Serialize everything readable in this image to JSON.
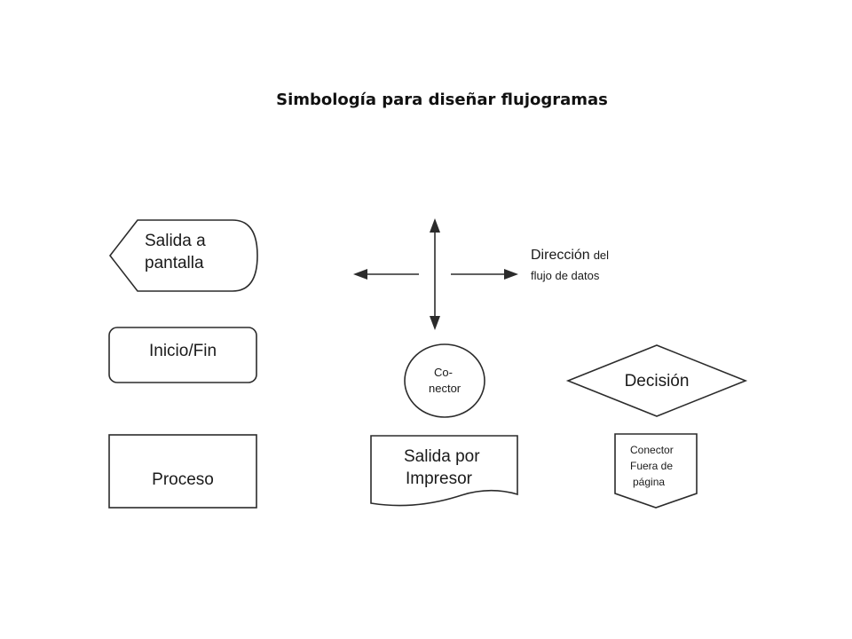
{
  "title": "Simbología para diseñar flujogramas",
  "symbols": {
    "display": {
      "line1": "Salida a",
      "line2": "pantalla"
    },
    "terminator": {
      "label": "Inicio/Fin"
    },
    "process": {
      "label": "Proceso"
    },
    "direction": {
      "main": "Dirección",
      "suffix": "del",
      "line2": "flujo de datos"
    },
    "connector": {
      "line1": "Co-",
      "line2": "nector"
    },
    "decision": {
      "label": "Decisión"
    },
    "document": {
      "line1": "Salida por",
      "line2": "Impresor"
    },
    "offpage": {
      "line1": "Conector",
      "line2": "Fuera de",
      "line3": "página"
    }
  }
}
